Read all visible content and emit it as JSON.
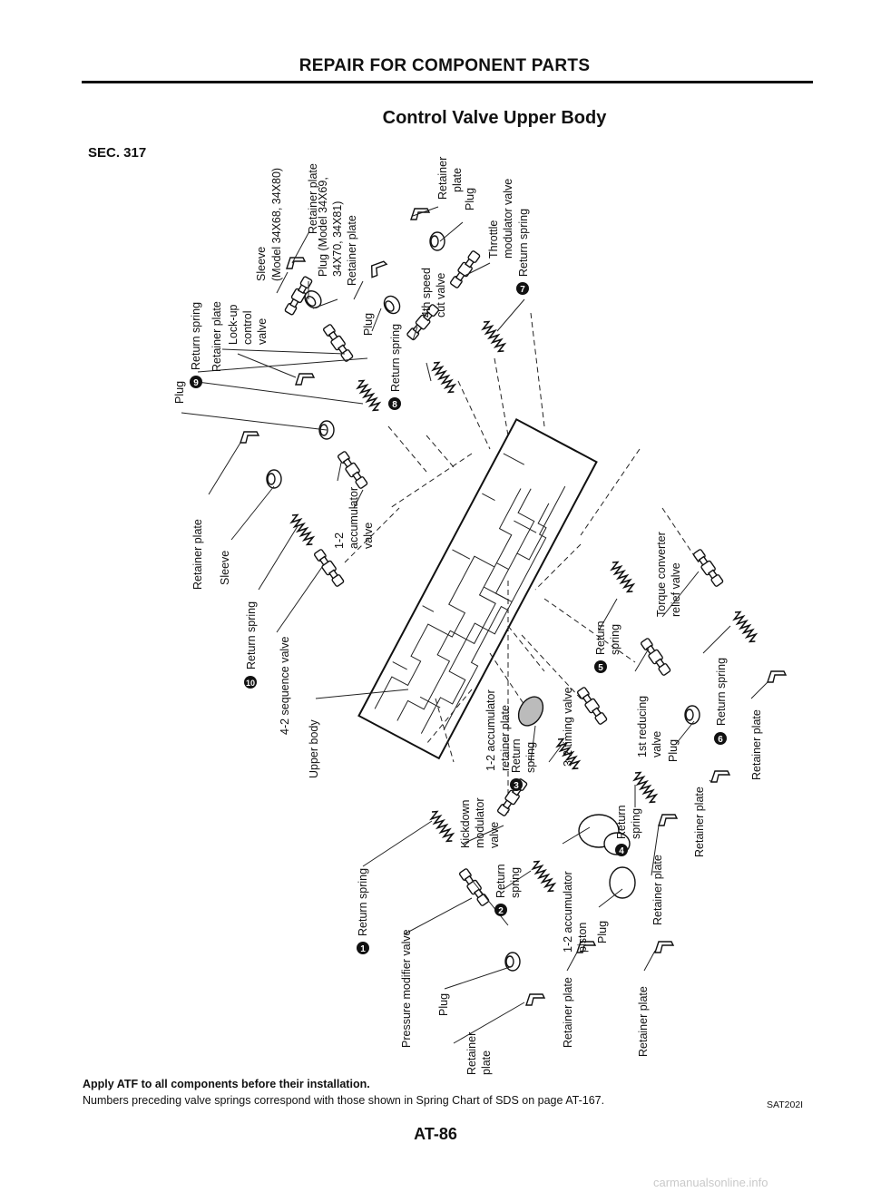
{
  "page": {
    "header": "REPAIR FOR COMPONENT PARTS",
    "title": "Control Valve Upper Body",
    "section": "SEC. 317",
    "note_bold": "Apply ATF to all components before their installation.",
    "note": "Numbers preceding valve springs correspond with those shown in Spring Chart of SDS on page AT-167.",
    "figure_code": "SAT202I",
    "page_number": "AT-86",
    "watermark": "carmanualsonline.info"
  },
  "labels": {
    "sleeve_model": [
      "Sleeve",
      "(Model 34X68, 34X80)"
    ],
    "retainer_plate_top": "Retainer plate",
    "plug_model": [
      "Plug (Model 34X69,",
      "34X70, 34X81)"
    ],
    "retainer_plate_mid": "Retainer plate",
    "plug_upper": "Plug",
    "retainer_plate_right": [
      "Retainer",
      "plate"
    ],
    "plug_right": "Plug",
    "throttle_modulator": [
      "Throttle",
      "modulator valve"
    ],
    "return_spring_7": "Return spring",
    "speed_cut_valve": [
      "4th speed",
      "cut valve"
    ],
    "return_spring_8": "Return spring",
    "plug_left": "Plug",
    "return_spring_9": "Return spring",
    "retainer_plate_left": "Retainer plate",
    "lockup_valve": [
      "Lock-up",
      "control",
      "valve"
    ],
    "retainer_plate_lower_left": "Retainer plate",
    "sleeve": "Sleeve",
    "return_spring_10": "Return spring",
    "sequence_valve": "4-2 sequence valve",
    "upper_body": "Upper body",
    "accumulator_valve": [
      "1-2",
      "accumulator",
      "valve"
    ],
    "torque_converter": [
      "Torque converter",
      "relief valve"
    ],
    "return_spring_5": [
      "Return",
      "spring"
    ],
    "timing_valve": "3-2 timing valve",
    "accumulator_retainer": [
      "1-2 accumulator",
      "retainer plate"
    ],
    "reducing_valve": [
      "1st reducing",
      "valve"
    ],
    "return_spring_6": "Return spring",
    "retainer_plate_far_right": "Retainer plate",
    "plug_6": "Plug",
    "retainer_plate_r2": "Retainer plate",
    "return_spring_3": [
      "Return",
      "spring"
    ],
    "kickdown_valve": [
      "Kickdown",
      "modulator",
      "valve"
    ],
    "return_spring_4": [
      "Return",
      "spring"
    ],
    "retainer_plate_r3": "Retainer plate",
    "accumulator_piston": [
      "1-2 accumulator",
      "piston"
    ],
    "plug_4": "Plug",
    "return_spring_2": [
      "Return",
      "spring"
    ],
    "return_spring_1": "Return spring",
    "pressure_modifier": "Pressure modifier valve",
    "plug_bottom": "Plug",
    "retainer_plate_bottom": [
      "Retainer",
      "plate"
    ],
    "retainer_plate_b2": "Retainer plate",
    "retainer_plate_b3": "Retainer plate"
  },
  "callouts": {
    "n1": "1",
    "n2": "2",
    "n3": "3",
    "n4": "4",
    "n5": "5",
    "n6": "6",
    "n7": "7",
    "n8": "8",
    "n9": "9",
    "n10": "10"
  }
}
